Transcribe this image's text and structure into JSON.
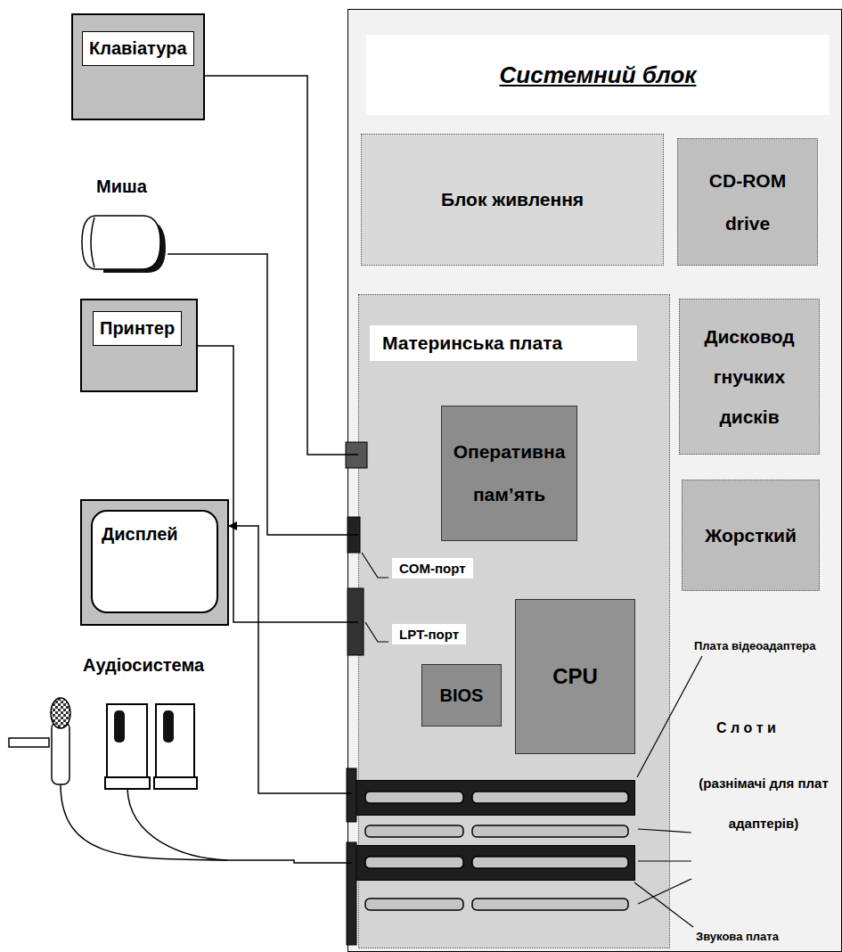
{
  "diagram": {
    "nodes": [
      {
        "text": [
          "Клавіатура"
        ]
      },
      {
        "text": [
          "Миша"
        ]
      },
      {
        "text": [
          "Принтер"
        ]
      },
      {
        "text": [
          "Дисплей"
        ]
      },
      {
        "text": [
          "Аудіосистема"
        ]
      },
      {
        "text": [
          "Системний блок"
        ]
      },
      {
        "text": [
          "Блок живлення"
        ],
        "in": 5
      },
      {
        "text": [
          "CD-ROM drive"
        ],
        "in": 5
      },
      {
        "text": [
          "Материнська плата"
        ],
        "in": 5
      },
      {
        "text": [
          "Дисковод гнучких дисків"
        ],
        "in": 5
      },
      {
        "text": [
          "Жорсткий"
        ],
        "in": 5
      },
      {
        "text": [
          "Оперативна пам’ять"
        ],
        "in": 8
      },
      {
        "text": [
          "CPU"
        ],
        "in": 8
      },
      {
        "text": [
          "BIOS"
        ],
        "in": 8
      },
      {
        "text": [
          "Плата відеоадаптера"
        ],
        "in": 8
      },
      {
        "text": [
          "Звукова плата"
        ],
        "in": 8
      }
    ],
    "edges": [
      {
        "from": 0,
        "to": 8,
        "arrow": "none"
      },
      {
        "from": 1,
        "to": 8,
        "arrow": "none"
      },
      {
        "from": 2,
        "to": 8,
        "arrow": "none"
      },
      {
        "from": 14,
        "to": 3,
        "arrow": "to"
      },
      {
        "from": 4,
        "to": 15,
        "arrow": "none"
      }
    ],
    "labels": [
      "COM-порт",
      "LPT-порт",
      "С л о т и",
      "(разнімачі для плат адаптерів)"
    ]
  }
}
